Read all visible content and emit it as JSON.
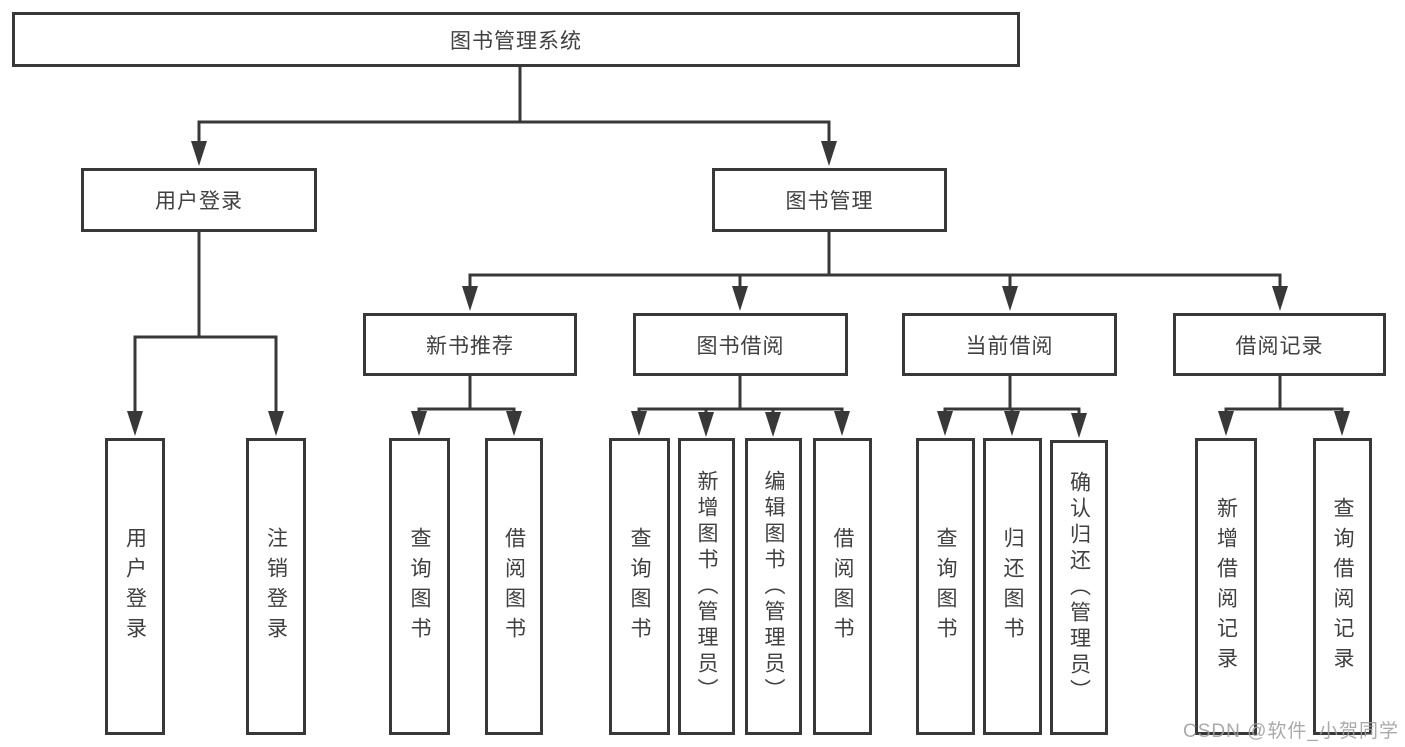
{
  "tree": {
    "label": "图书管理系统",
    "children": [
      {
        "label": "用户登录",
        "children": [
          {
            "label": "用户登录"
          },
          {
            "label": "注销登录"
          }
        ]
      },
      {
        "label": "图书管理",
        "children": [
          {
            "label": "新书推荐",
            "children": [
              {
                "label": "查询图书"
              },
              {
                "label": "借阅图书"
              }
            ]
          },
          {
            "label": "图书借阅",
            "children": [
              {
                "label": "查询图书"
              },
              {
                "label": "新增图书（管理员）"
              },
              {
                "label": "编辑图书（管理员）"
              },
              {
                "label": "借阅图书"
              }
            ]
          },
          {
            "label": "当前借阅",
            "children": [
              {
                "label": "查询图书"
              },
              {
                "label": "归还图书"
              },
              {
                "label": "确认归还（管理员）"
              }
            ]
          },
          {
            "label": "借阅记录",
            "children": [
              {
                "label": "新增借阅记录"
              },
              {
                "label": "查询借阅记录"
              }
            ]
          }
        ]
      }
    ]
  },
  "watermark": {
    "text": "CSDN @软件_小贺同学"
  },
  "colors": {
    "line": "#383838",
    "text": "#404040",
    "background": "#ffffff",
    "watermark": "#9e9e9e"
  }
}
